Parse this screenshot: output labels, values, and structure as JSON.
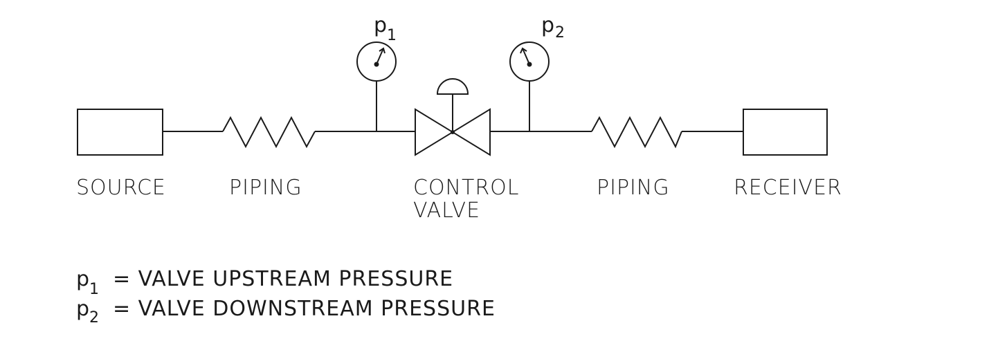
{
  "components": {
    "source": "SOURCE",
    "piping_upstream": "PIPING",
    "control_valve_line1": "CONTROL",
    "control_valve_line2": "VALVE",
    "piping_downstream": "PIPING",
    "receiver": "RECEIVER"
  },
  "gauges": {
    "upstream": {
      "symbol": "p",
      "subscript": "1"
    },
    "downstream": {
      "symbol": "p",
      "subscript": "2"
    }
  },
  "legend": [
    {
      "symbol": "p",
      "subscript": "1",
      "text": "= VALVE UPSTREAM PRESSURE"
    },
    {
      "symbol": "p",
      "subscript": "2",
      "text": "= VALVE DOWNSTREAM PRESSURE"
    }
  ],
  "colors": {
    "line": "#1a1a1a",
    "background": "#ffffff"
  }
}
